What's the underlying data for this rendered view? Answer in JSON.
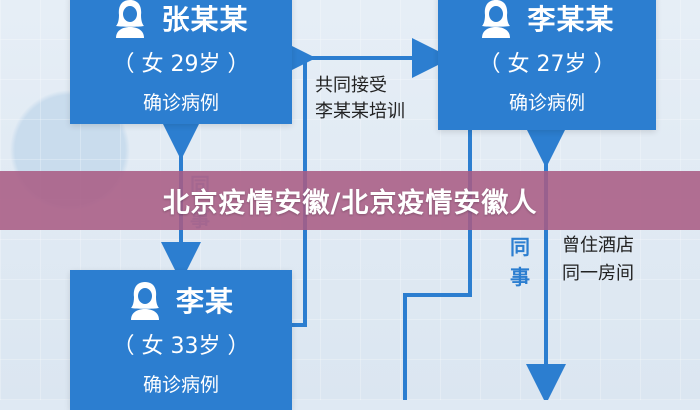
{
  "cards": {
    "zhang": {
      "name": "张某某",
      "age": "（ 女 29岁 ）",
      "status": "确诊病例"
    },
    "li27": {
      "name": "李某某",
      "age": "（ 女 27岁 ）",
      "status": "确诊病例"
    },
    "li33": {
      "name": "李某",
      "age": "（ 女 33岁 ）",
      "status": "确诊病例"
    }
  },
  "labels": {
    "top_line1": "共同接受",
    "top_line2": "李某某培训",
    "colleague_1": "同",
    "colleague_2": "事",
    "hotel_line1": "曾住酒店",
    "hotel_line2": "同一房间",
    "ghost_1": "同",
    "ghost_2": "事"
  },
  "banner": {
    "title": "北京疫情安徽/北京疫情安徽人"
  },
  "colors": {
    "card": "#2c7ed0",
    "banner": "#a85c84",
    "accent_text": "#2c7ed0"
  },
  "icons": {
    "avatar": "female-person-icon",
    "arrow": "double-arrow"
  }
}
